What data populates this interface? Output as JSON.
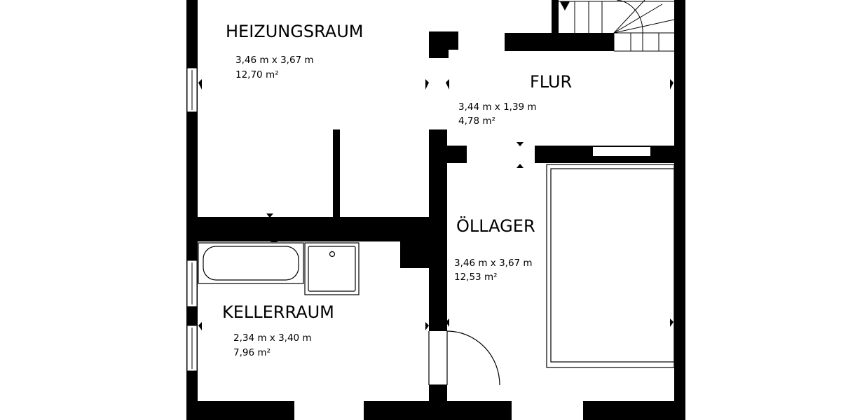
{
  "rooms": [
    {
      "name": "HEIZUNGSRAUM",
      "dimensions": "3,46 m x 3,67 m",
      "area": "12,70 m²"
    },
    {
      "name": "FLUR",
      "dimensions": "3,44 m x 1,39 m",
      "area": "4,78 m²"
    },
    {
      "name": "ÖLLAGER",
      "dimensions": "3,46 m x 3,67 m",
      "area": "12,53 m²"
    },
    {
      "name": "KELLERRAUM",
      "dimensions": "2,34 m x 3,40 m",
      "area": "7,96 m²"
    }
  ],
  "colors": {
    "wall": "#000000",
    "background": "#ffffff"
  }
}
